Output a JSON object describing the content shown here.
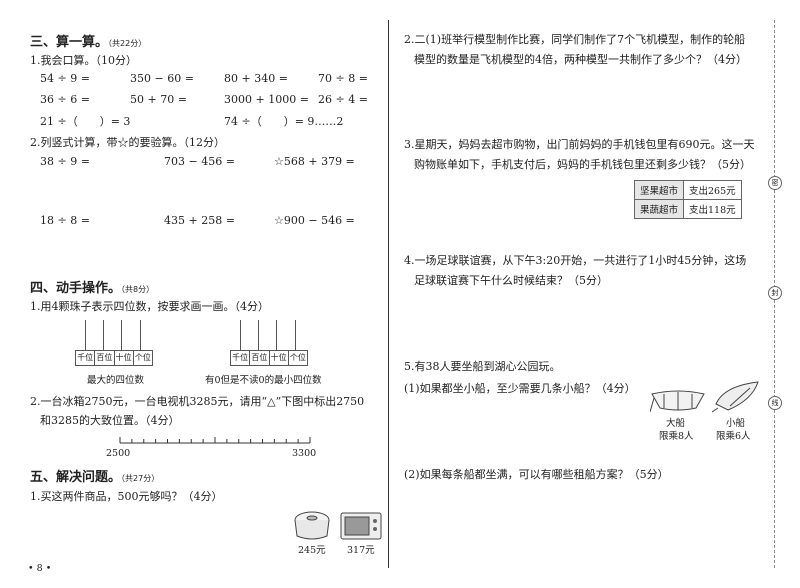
{
  "left": {
    "s3": {
      "title": "三、算一算。",
      "pts": "（共22分）"
    },
    "q1": {
      "label": "1.我会口算。（10分）",
      "rows": [
        [
          "54 ÷ 9 =",
          "350 − 60 =",
          "80 + 340 =",
          "70 ÷ 8 ="
        ],
        [
          "36 ÷ 6 =",
          "50 + 70 =",
          "3000 + 1000 =",
          "26 ÷ 4 ="
        ],
        [
          "21 ÷（　　）= 3",
          "",
          "74 ÷（　　）= 9……2",
          ""
        ]
      ]
    },
    "q2": {
      "label": "2.列竖式计算，带☆的要验算。（12分）",
      "row1": [
        "38 ÷ 9 =",
        "703 − 456 =",
        "☆568 + 379 ="
      ],
      "row2": [
        "18 ÷ 8 =",
        "435 + 258 =",
        "☆900 − 546 ="
      ]
    },
    "s4": {
      "title": "四、动手操作。",
      "pts": "（共8分）"
    },
    "q4_1": {
      "label": "1.用4颗珠子表示四位数，按要求画一画。（4分）",
      "places": [
        "千位",
        "百位",
        "十位",
        "个位"
      ],
      "cap1": "最大的四位数",
      "cap2": "有0但是不读0的最小四位数"
    },
    "q4_2": {
      "line1": "2.一台冰箱2750元，一台电视机3285元，请用“△”下图中标出2750",
      "line2": "和3285的大致位置。（4分）",
      "start": "2500",
      "end": "3300"
    },
    "s5": {
      "title": "五、解决问题。",
      "pts": "（共27分）"
    },
    "q5_1": {
      "label": "1.买这两件商品，500元够吗？（4分）",
      "price1": "245元",
      "price2": "317元"
    },
    "page": "8"
  },
  "right": {
    "r2": {
      "line1": "2.二(1)班举行模型制作比赛，同学们制作了7个飞机模型，制作的轮船",
      "line2": "模型的数量是飞机模型的4倍，两种模型一共制作了多少个？（4分）"
    },
    "r3": {
      "line1": "3.星期天，妈妈去超市购物，出门前妈妈的手机钱包里有690元。这一天",
      "line2": "购物账单如下，手机支付后，妈妈的手机钱包里还剩多少钱？（5分）",
      "table": [
        [
          "坚果超市",
          "支出265元"
        ],
        [
          "果蔬超市",
          "支出118元"
        ]
      ]
    },
    "r4": {
      "line1": "4.一场足球联谊赛，从下午3:20开始，一共进行了1小时45分钟，这场",
      "line2": "足球联谊赛下午什么时候结束？（5分）"
    },
    "r5": {
      "label": "5.有38人要坐船到湖心公园玩。",
      "sub1": "(1)如果都坐小船，至少需要几条小船？（4分）",
      "big1": "大船",
      "big2": "限乘8人",
      "small1": "小船",
      "small2": "限乘6人",
      "sub2": "(2)如果每条船都坐满，可以有哪些租船方案？（5分）"
    }
  },
  "margin": {
    "ring1": "密",
    "ring2": "封",
    "ring3": "线"
  }
}
